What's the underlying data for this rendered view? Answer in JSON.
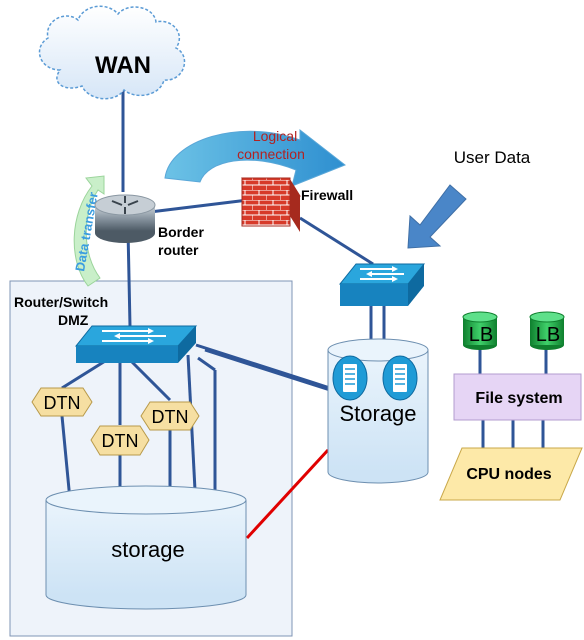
{
  "labels": {
    "wan": "WAN",
    "logical_connection_line1": "Logical",
    "logical_connection_line2": "connection",
    "user_data": "User Data",
    "data_transfer": "Data transfer",
    "firewall": "Firewall",
    "border_router_line1": "Border",
    "border_router_line2": "router",
    "router_switch_line1": "Router/Switch",
    "router_switch_line2": "DMZ",
    "dtn": "DTN",
    "storage_main": "storage",
    "storage_right": "Storage",
    "lb": "LB",
    "file_system": "File system",
    "cpu_nodes": "CPU nodes"
  },
  "colors": {
    "line": "#2f5597",
    "dmz_fill": "#eef3fa",
    "dmz_border": "#7f95b5",
    "switch": "#1f9bd6",
    "switch_dark": "#0e6aa0",
    "dtn_fill": "#f6dfa2",
    "storage_fill": "#dcecf8",
    "lb_fill": "#22b14c",
    "file_system_fill": "#e6d5f5",
    "cpu_fill": "#fde9a8",
    "firewall_brick": "#d73a2a",
    "logical_text": "#b22222",
    "data_transfer_text": "#3a9de0",
    "red_link": "#e00000"
  }
}
